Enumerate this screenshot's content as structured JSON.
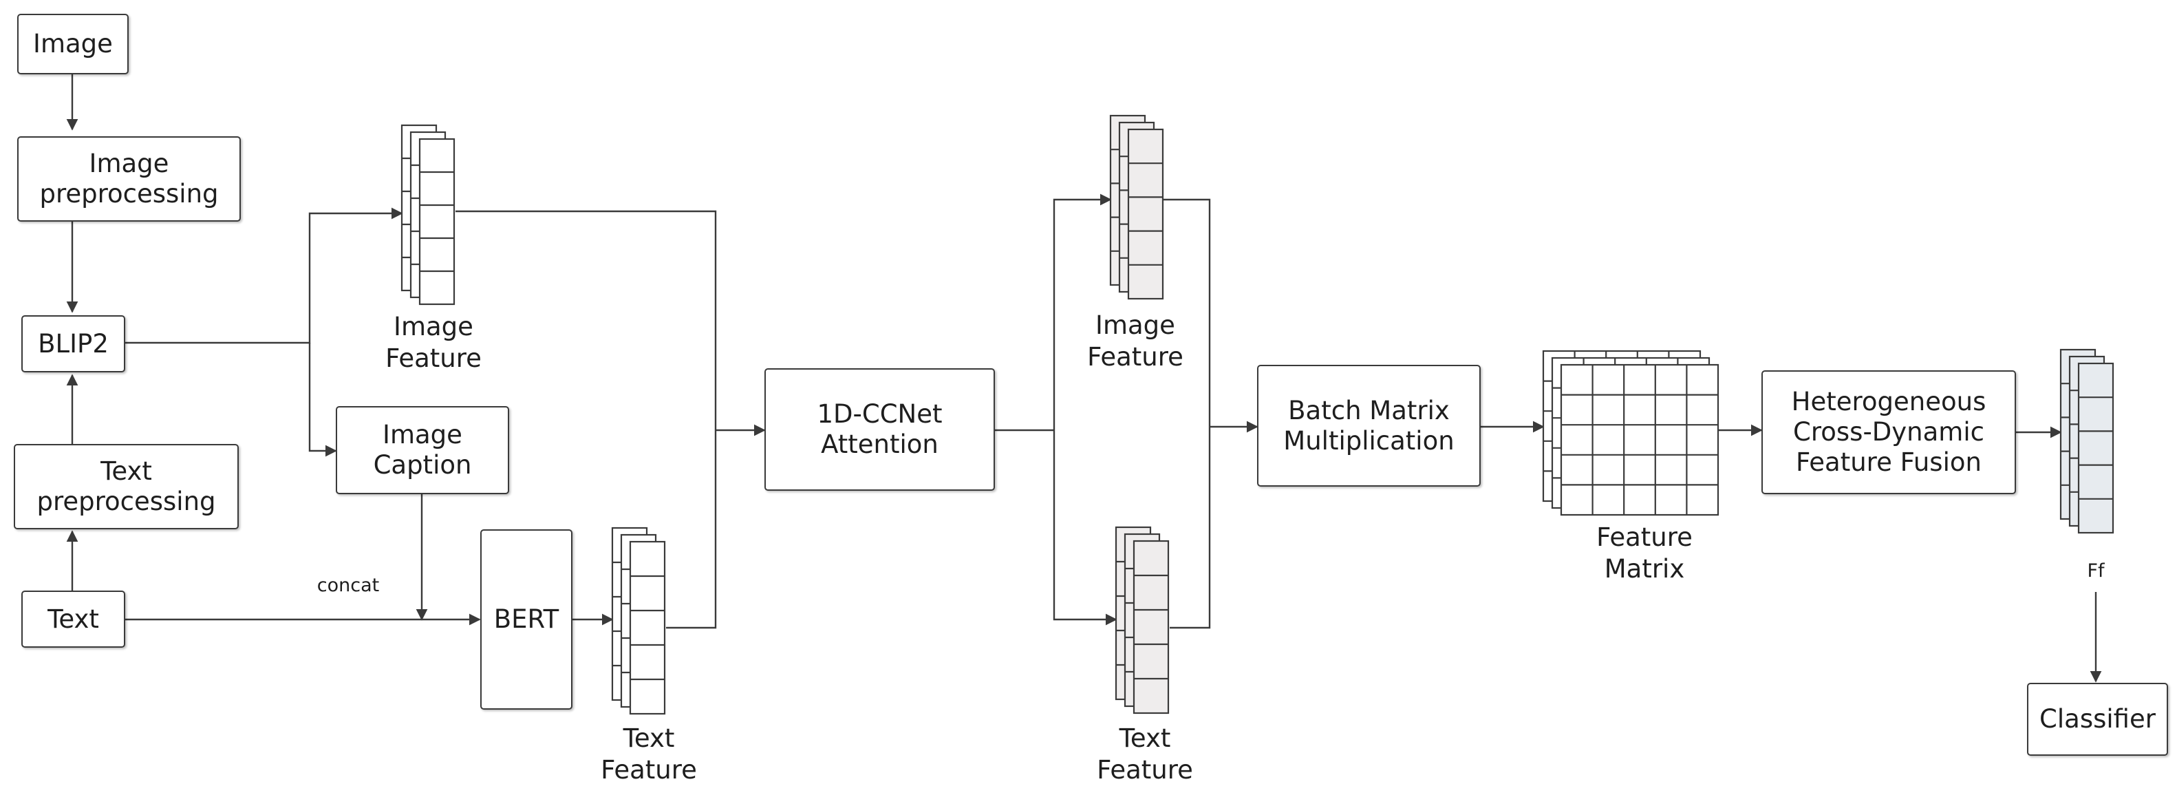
{
  "nodes": {
    "image": "Image",
    "image_preprocessing": "Image\npreprocessing",
    "blip2": "BLIP2",
    "text_preprocessing": "Text\npreprocessing",
    "text": "Text",
    "image_caption": "Image\nCaption",
    "bert": "BERT",
    "ccnet_attention": "1D-CCNet\nAttention",
    "batch_matrix_multiplication": "Batch Matrix\nMultiplication",
    "hcdff": "Heterogeneous\nCross-Dynamic\nFeature Fusion",
    "classifier": "Classifier"
  },
  "labels": {
    "image_feature_1": "Image\nFeature",
    "text_feature_1": "Text\nFeature",
    "image_feature_2": "Image\nFeature",
    "text_feature_2": "Text\nFeature",
    "feature_matrix": "Feature\nMatrix",
    "ff": "Ff",
    "concat": "concat"
  },
  "colors": {
    "stroke": "#3a3a3a",
    "cell_white": "#ffffff",
    "cell_gray": "#efeded",
    "cell_bluegray": "#e7ebef"
  }
}
